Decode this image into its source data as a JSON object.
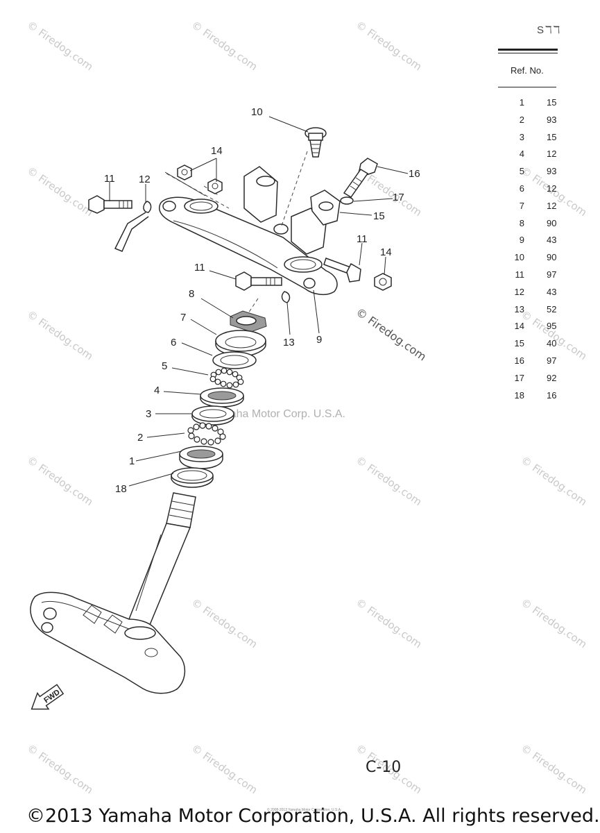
{
  "table": {
    "title_fragment": "Sℸℸ",
    "header": "Ref. No.",
    "rows": [
      {
        "ref": "1",
        "part": "15"
      },
      {
        "ref": "2",
        "part": "93"
      },
      {
        "ref": "3",
        "part": "15"
      },
      {
        "ref": "4",
        "part": "12"
      },
      {
        "ref": "5",
        "part": "93"
      },
      {
        "ref": "6",
        "part": "12"
      },
      {
        "ref": "7",
        "part": "12"
      },
      {
        "ref": "8",
        "part": "90"
      },
      {
        "ref": "9",
        "part": "43"
      },
      {
        "ref": "10",
        "part": "90"
      },
      {
        "ref": "11",
        "part": "97"
      },
      {
        "ref": "12",
        "part": "43"
      },
      {
        "ref": "13",
        "part": "52"
      },
      {
        "ref": "14",
        "part": "95"
      },
      {
        "ref": "15",
        "part": "40"
      },
      {
        "ref": "16",
        "part": "97"
      },
      {
        "ref": "17",
        "part": "92"
      },
      {
        "ref": "18",
        "part": "16"
      }
    ]
  },
  "callouts": {
    "c1": "1",
    "c2": "2",
    "c3": "3",
    "c4": "4",
    "c5": "5",
    "c6": "6",
    "c7": "7",
    "c8": "8",
    "c9": "9",
    "c10": "10",
    "c11a": "11",
    "c11b": "11",
    "c11c": "11",
    "c12": "12",
    "c13": "13",
    "c14a": "14",
    "c14b": "14",
    "c15": "15",
    "c16": "16",
    "c17": "17",
    "c18": "18"
  },
  "fwd_label": "FWD",
  "watermark": "© Firedog.com",
  "center_watermark": "Yamaha Motor Corp. U.S.A.",
  "page_label": "C-10",
  "tiny_note": "© 2008-2013 Yamaha Motor Corporation, U.S.A.",
  "copyright": "©2013 Yamaha Motor Corporation, U.S.A. All rights reserved."
}
